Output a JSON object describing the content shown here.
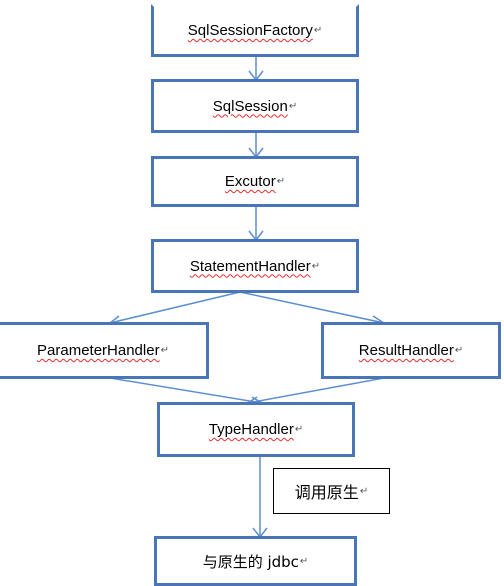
{
  "diagram": {
    "boxes": {
      "sqlsessionfactory": "SqlSessionFactory",
      "sqlsession": "SqlSession",
      "excutor": "Excutor",
      "statementhandler": "StatementHandler",
      "parameterhandler": "ParameterHandler",
      "resulthandler": "ResultHandler",
      "typehandler": "TypeHandler",
      "native_jdbc": "与原生的 jdbc"
    },
    "note": "调用原生",
    "paragraph_mark": "↵",
    "colors": {
      "box_border": "#4a76b8",
      "arrow": "#5b8fd0",
      "spell_underline": "#e03030"
    }
  }
}
